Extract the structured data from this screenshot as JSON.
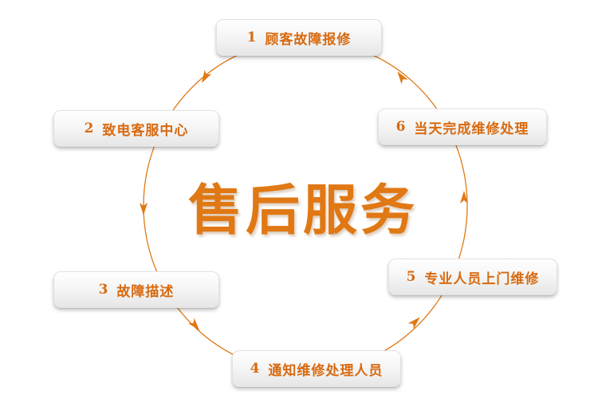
{
  "diagram": {
    "center_title": "售后服务",
    "accent_color": "#d86a10",
    "steps": [
      {
        "number": "1",
        "label": "顾客故障报修"
      },
      {
        "number": "2",
        "label": "致电客服中心"
      },
      {
        "number": "3",
        "label": "故障描述"
      },
      {
        "number": "4",
        "label": "通知维修处理人员"
      },
      {
        "number": "5",
        "label": "专业人员上门维修"
      },
      {
        "number": "6",
        "label": "当天完成维修处理"
      }
    ],
    "arrow_icon": "arrowhead-icon"
  }
}
